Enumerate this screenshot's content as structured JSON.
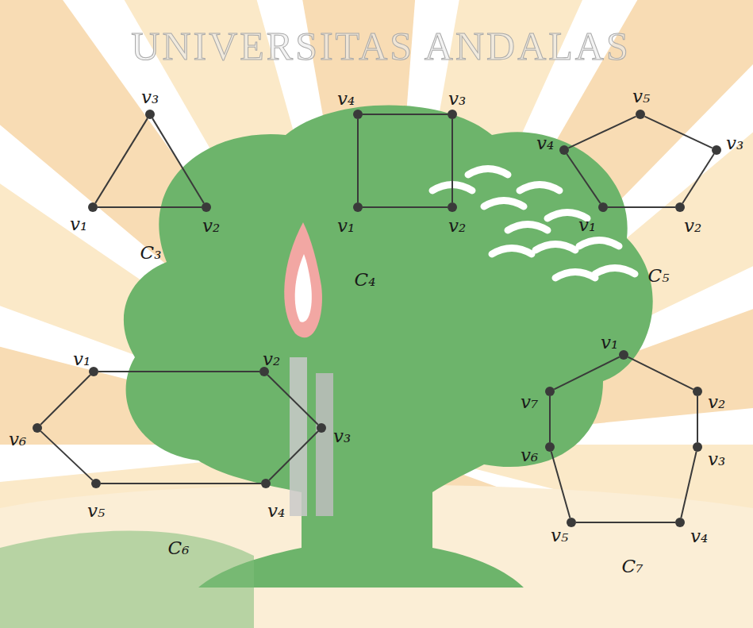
{
  "diagram": {
    "nodes": [
      {
        "text": [
          "v₁"
        ]
      },
      {
        "text": [
          "v₂"
        ]
      },
      {
        "text": [
          "v₃"
        ]
      },
      {
        "text": [
          "v₁"
        ]
      },
      {
        "text": [
          "v₂"
        ]
      },
      {
        "text": [
          "v₃"
        ]
      },
      {
        "text": [
          "v₄"
        ]
      },
      {
        "text": [
          "v₁"
        ]
      },
      {
        "text": [
          "v₂"
        ]
      },
      {
        "text": [
          "v₃"
        ]
      },
      {
        "text": [
          "v₄"
        ]
      },
      {
        "text": [
          "v₅"
        ]
      },
      {
        "text": [
          "v₁"
        ]
      },
      {
        "text": [
          "v₂"
        ]
      },
      {
        "text": [
          "v₃"
        ]
      },
      {
        "text": [
          "v₄"
        ]
      },
      {
        "text": [
          "v₅"
        ]
      },
      {
        "text": [
          "v₆"
        ]
      },
      {
        "text": [
          "v₁"
        ]
      },
      {
        "text": [
          "v₂"
        ]
      },
      {
        "text": [
          "v₃"
        ]
      },
      {
        "text": [
          "v₄"
        ]
      },
      {
        "text": [
          "v₅"
        ]
      },
      {
        "text": [
          "v₆"
        ]
      },
      {
        "text": [
          "v₇"
        ]
      }
    ],
    "edges": [
      {
        "from": 0,
        "to": 1,
        "arrow": "none"
      },
      {
        "from": 1,
        "to": 2,
        "arrow": "none"
      },
      {
        "from": 2,
        "to": 0,
        "arrow": "none"
      },
      {
        "from": 3,
        "to": 4,
        "arrow": "none"
      },
      {
        "from": 4,
        "to": 5,
        "arrow": "none"
      },
      {
        "from": 5,
        "to": 6,
        "arrow": "none"
      },
      {
        "from": 6,
        "to": 3,
        "arrow": "none"
      },
      {
        "from": 7,
        "to": 8,
        "arrow": "none"
      },
      {
        "from": 8,
        "to": 9,
        "arrow": "none"
      },
      {
        "from": 9,
        "to": 11,
        "arrow": "none"
      },
      {
        "from": 11,
        "to": 10,
        "arrow": "none"
      },
      {
        "from": 10,
        "to": 7,
        "arrow": "none"
      },
      {
        "from": 12,
        "to": 13,
        "arrow": "none"
      },
      {
        "from": 13,
        "to": 14,
        "arrow": "none"
      },
      {
        "from": 14,
        "to": 15,
        "arrow": "none"
      },
      {
        "from": 15,
        "to": 16,
        "arrow": "none"
      },
      {
        "from": 16,
        "to": 17,
        "arrow": "none"
      },
      {
        "from": 17,
        "to": 12,
        "arrow": "none"
      },
      {
        "from": 18,
        "to": 19,
        "arrow": "none"
      },
      {
        "from": 19,
        "to": 20,
        "arrow": "none"
      },
      {
        "from": 20,
        "to": 21,
        "arrow": "none"
      },
      {
        "from": 21,
        "to": 22,
        "arrow": "none"
      },
      {
        "from": 22,
        "to": 23,
        "arrow": "none"
      },
      {
        "from": 23,
        "to": 24,
        "arrow": "none"
      },
      {
        "from": 24,
        "to": 18,
        "arrow": "none"
      }
    ],
    "labels": [
      "UNIVERSITAS ANDALAS",
      "C₃",
      "C₄",
      "C₅",
      "C₆",
      "C₇"
    ]
  }
}
